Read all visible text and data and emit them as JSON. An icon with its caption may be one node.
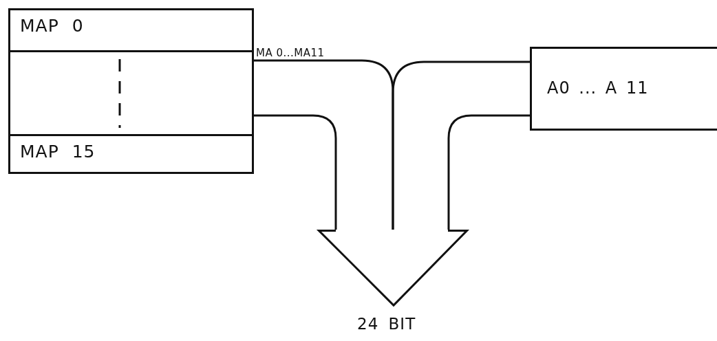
{
  "diagram": {
    "nodes": [
      {
        "text": [],
        "shape": "box"
      },
      {
        "text": [
          "MAP 0"
        ],
        "in": 0
      },
      {
        "text": [],
        "shape": "box",
        "in": 0
      },
      {
        "text": [
          "MAP 15"
        ],
        "in": 0
      },
      {
        "text": [
          "A0 ... A 11"
        ]
      },
      {
        "text": [],
        "shape": "arrow",
        "beside": [
          "24 BIT"
        ]
      }
    ],
    "edges": [
      {
        "from": 0,
        "to": 5,
        "arrow": "none",
        "label": "MA 0...MA11"
      },
      {
        "from": 4,
        "to": 5,
        "arrow": "none"
      },
      {
        "from": 0,
        "to": 5,
        "arrow": "none"
      },
      {
        "from": 4,
        "to": 5,
        "arrow": "none"
      }
    ]
  }
}
